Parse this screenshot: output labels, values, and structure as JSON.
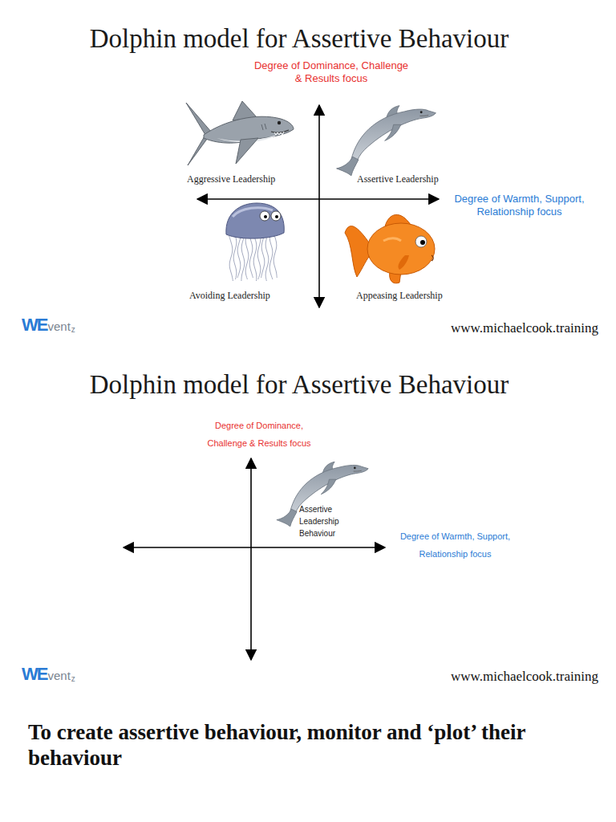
{
  "diagram": {
    "title": "Dolphin model for Assertive Behaviour",
    "labels": [
      "Degree of Dominance, Challenge & Results focus",
      "Degree of Warmth, Support, Relationship focus",
      "Aggressive Leadership",
      "Assertive Leadership",
      "Avoiding Leadership",
      "Appeasing Leadership",
      "WE",
      "vent",
      "z",
      "www.michaelcook.training",
      "Dolphin model for Assertive Behaviour",
      "Degree of Dominance, Challenge & Results focus",
      "Assertive Leadership Behaviour",
      "Degree of Warmth, Support, Relationship focus",
      "WE",
      "vent",
      "z",
      "www.michaelcook.training",
      "To create assertive behaviour, monitor and ‘plot’ their behaviour"
    ]
  }
}
